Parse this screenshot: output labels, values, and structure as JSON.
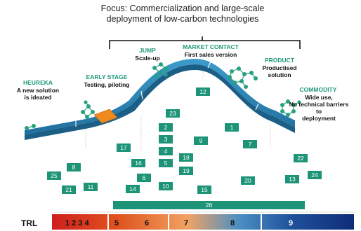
{
  "header": {
    "focus_line1": "Focus: Commercialization and large-scale",
    "focus_line2": "deployment of low-carbon technologies"
  },
  "stages": [
    {
      "id": "heureka",
      "title": "HEUREKA",
      "desc": [
        "A new solution",
        "is ideated"
      ]
    },
    {
      "id": "early",
      "title": "EARLY STAGE",
      "desc": [
        "Testing, piloting"
      ]
    },
    {
      "id": "jump",
      "title": "JUMP",
      "desc": [
        "Scale-up"
      ]
    },
    {
      "id": "market",
      "title": "MARKET CONTACT",
      "desc": [
        "First sales version"
      ]
    },
    {
      "id": "product",
      "title": "PRODUCT",
      "desc": [
        "Productised",
        "solution"
      ]
    },
    {
      "id": "commodity",
      "title": "COMMODITY",
      "desc": [
        "Wide use,",
        "No technical barriers",
        "to",
        "deployment"
      ]
    }
  ],
  "boxes": [
    "1",
    "2",
    "3",
    "4",
    "5",
    "6",
    "7",
    "8",
    "9",
    "10",
    "11",
    "12",
    "13",
    "14",
    "15",
    "16",
    "17",
    "18",
    "19",
    "20",
    "21",
    "22",
    "23",
    "24",
    "25",
    "26"
  ],
  "trl": {
    "label": "TRL",
    "levels": [
      "1 2 3 4",
      "5",
      "6",
      "7",
      "8",
      "9"
    ]
  },
  "colors": {
    "accent": "#1f9a7a",
    "box": "#1d9478",
    "curve": "#2f86b4",
    "orange": "#ee8a1e"
  }
}
